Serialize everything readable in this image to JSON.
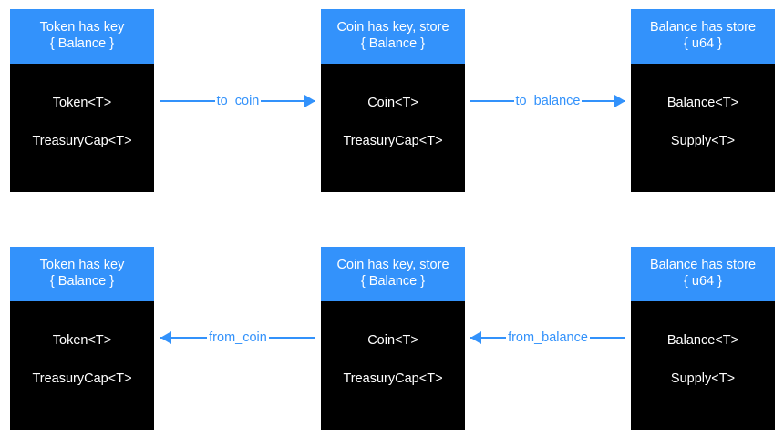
{
  "theme": {
    "header_color": "#3392fb",
    "body_color": "#000000",
    "edge_color": "#3392fb",
    "text_on_header": "#ffffff",
    "text_on_body": "#ffffff",
    "background": "#ffffff"
  },
  "nodes": [
    {
      "id": "token-top",
      "header_line1": "Token has key",
      "header_line2": "{ Balance }",
      "body_line1": "Token<T>",
      "body_line2": "TreasuryCap<T>"
    },
    {
      "id": "coin-top",
      "header_line1": "Coin has key, store",
      "header_line2": "{ Balance }",
      "body_line1": "Coin<T>",
      "body_line2": "TreasuryCap<T>"
    },
    {
      "id": "balance-top",
      "header_line1": "Balance has store",
      "header_line2": "{ u64 }",
      "body_line1": "Balance<T>",
      "body_line2": "Supply<T>"
    },
    {
      "id": "token-bottom",
      "header_line1": "Token has key",
      "header_line2": "{ Balance }",
      "body_line1": "Token<T>",
      "body_line2": "TreasuryCap<T>"
    },
    {
      "id": "coin-bottom",
      "header_line1": "Coin has key, store",
      "header_line2": "{ Balance }",
      "body_line1": "Coin<T>",
      "body_line2": "TreasuryCap<T>"
    },
    {
      "id": "balance-bottom",
      "header_line1": "Balance has store",
      "header_line2": "{ u64 }",
      "body_line1": "Balance<T>",
      "body_line2": "Supply<T>"
    }
  ],
  "edges": [
    {
      "id": "to-coin",
      "label": "to_coin",
      "direction": "right"
    },
    {
      "id": "to-balance",
      "label": "to_balance",
      "direction": "right"
    },
    {
      "id": "from-coin",
      "label": "from_coin",
      "direction": "left"
    },
    {
      "id": "from-balance",
      "label": "from_balance",
      "direction": "left"
    }
  ]
}
